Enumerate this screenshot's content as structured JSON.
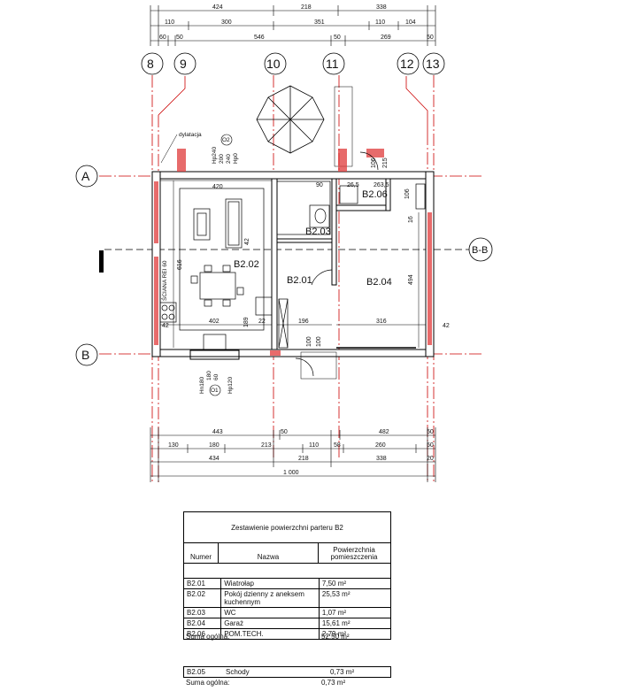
{
  "plan": {
    "dims_top_row1": [
      "424",
      "218",
      "338"
    ],
    "dims_top_row2": [
      "110",
      "300",
      "351",
      "110",
      "104"
    ],
    "dims_top_row3": [
      "60",
      "50",
      "546",
      "50",
      "269",
      "50"
    ],
    "axes_vertical": [
      "8",
      "9",
      "10",
      "11",
      "12",
      "13"
    ],
    "axes_horizontal": [
      "A",
      "B"
    ],
    "section_mark": "B-B",
    "rooms": [
      "B2.01",
      "B2.02",
      "B2.03",
      "B2.04",
      "B2.06"
    ],
    "labels": {
      "dylatacja": "dylatacja",
      "o2": "O2",
      "o1": "O1",
      "wall_note": "ŚCIANA REI 60",
      "hp_top": [
        "Hp240",
        "200",
        "240",
        "Hp0"
      ],
      "hp_bottom": [
        "Hn180",
        "180",
        "60",
        "Hp120"
      ]
    },
    "inner_dims": [
      "420",
      "402",
      "189",
      "22",
      "196",
      "316",
      "494",
      "616",
      "42",
      "42",
      "100",
      "100",
      "263,5",
      "26,5",
      "90",
      "106",
      "215",
      "106",
      "16",
      "42"
    ],
    "dims_bottom_row1": [
      "443",
      "50",
      "482",
      "50"
    ],
    "dims_bottom_row2": [
      "130",
      "180",
      "213",
      "110",
      "58",
      "260",
      "50"
    ],
    "dims_bottom_row3": [
      "434",
      "218",
      "338",
      "20"
    ],
    "dims_total": "1 000"
  },
  "table": {
    "title": "Zestawienie powierzchni parteru B2",
    "col_numer": "Numer",
    "col_nazwa": "Nazwa",
    "col_area": "Powierzchnia pomieszczenia",
    "rows": [
      {
        "num": "B2.01",
        "name": "Wiatrołap",
        "area": "7,50 m²"
      },
      {
        "num": "B2.02",
        "name": "Pokój dzienny z aneksem kuchennym",
        "area": "25,53 m²"
      },
      {
        "num": "B2.03",
        "name": "WC",
        "area": "1,07 m²"
      },
      {
        "num": "B2.04",
        "name": "Garaż",
        "area": "15,61 m²"
      },
      {
        "num": "B2.06",
        "name": "POM.TECH.",
        "area": "2,79 m²"
      }
    ],
    "sum_label": "Suma ogólna:",
    "sum_value": "52,50 m²",
    "rows2": [
      {
        "num": "B2.05",
        "name": "Schody",
        "area": "0,73 m²"
      }
    ],
    "sum2_label": "Suma ogólna:",
    "sum2_value": "0,73 m²"
  }
}
